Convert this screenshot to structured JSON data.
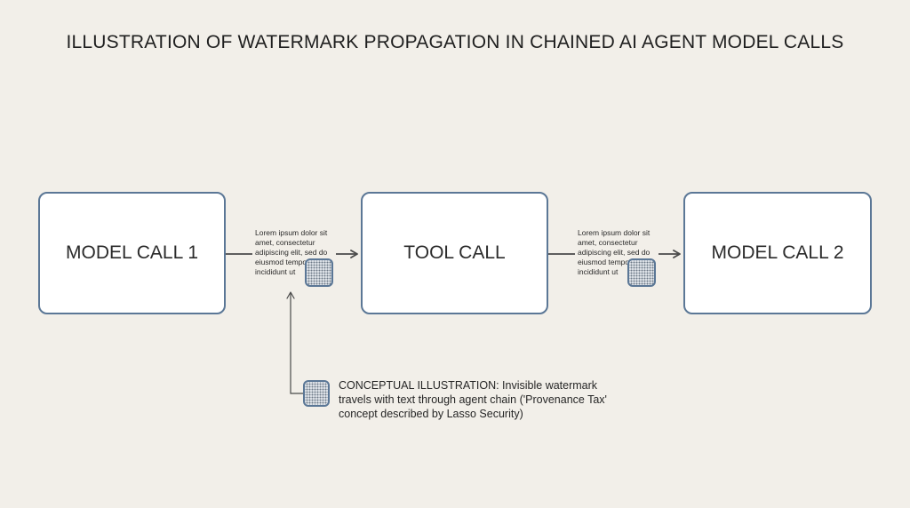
{
  "title": "ILLUSTRATION OF WATERMARK PROPAGATION IN CHAINED AI AGENT MODEL CALLS",
  "nodes": {
    "model_call_1": "MODEL CALL 1",
    "tool_call": "TOOL CALL",
    "model_call_2": "MODEL CALL 2"
  },
  "payloads": {
    "first": "Lorem ipsum dolor sit amet, consectetur adipiscing elit, sed do eiusmod tempor incididunt ut",
    "second": "Lorem ipsum dolor sit amet, consectetur adipiscing elit, sed do eiusmod tempor incididunt ut"
  },
  "caption": "CONCEPTUAL ILLUSTRATION: Invisible watermark travels with text through agent chain ('Provenance Tax' concept described by Lasso Security)",
  "icons": {
    "watermark": "watermark-chip-icon"
  },
  "colors": {
    "background": "#f2efe9",
    "box_border": "#5b7796",
    "connector": "#4a4a4a"
  }
}
